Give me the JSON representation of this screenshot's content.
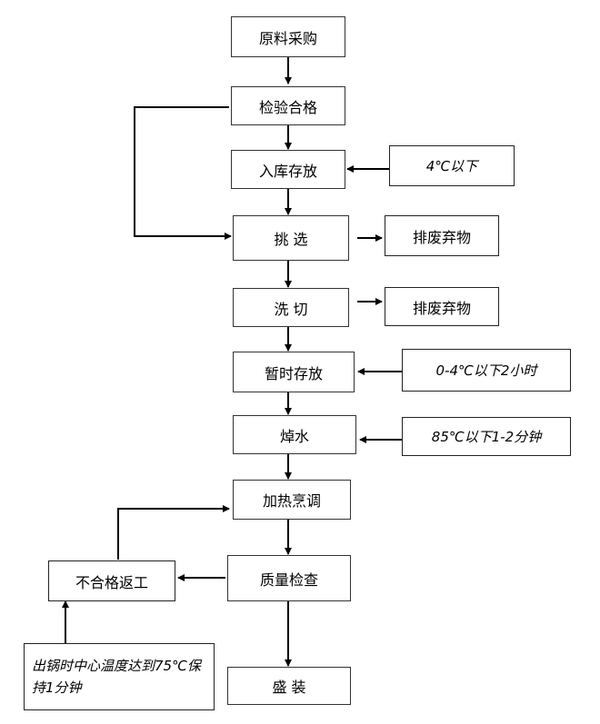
{
  "steps": {
    "procurement": "原料采购",
    "inspection_pass": "检验合格",
    "storage": "入库存放",
    "sorting": "挑  选",
    "wash_cut": "洗  切",
    "temp_storage": "暂时存放",
    "blanching": "焯水",
    "heat_season": "加热烹调",
    "quality_check": "质量检查",
    "packing": "盛  装"
  },
  "side": {
    "discard_1": "排废弃物",
    "discard_2": "排废弃物",
    "rework": "不合格返工"
  },
  "notes": {
    "storage_temp": "4℃以下",
    "temp_storage_cond": "0-4℃以下2小时",
    "blanch_cond": "85℃以下1-2分钟",
    "core_temp": "出锅时中心温度达到75℃保持1分钟"
  }
}
